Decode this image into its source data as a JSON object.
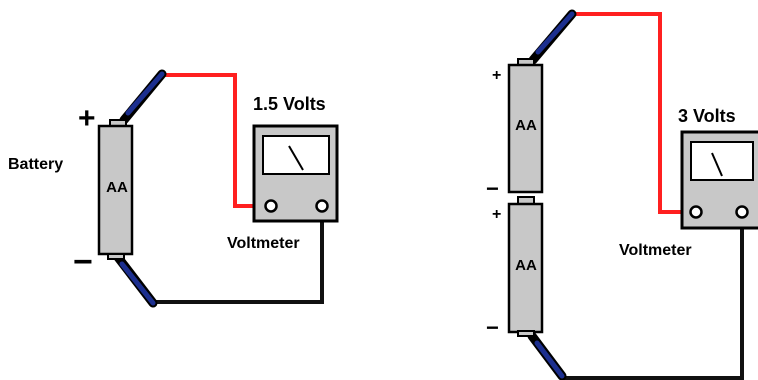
{
  "left_circuit": {
    "battery_label": "Battery",
    "battery_cell_label": "AA",
    "positive_sign": "+",
    "negative_sign": "−",
    "reading": "1.5 Volts",
    "meter_label": "Voltmeter"
  },
  "right_circuit": {
    "top_cell_label": "AA",
    "bottom_cell_label": "AA",
    "top_positive_sign": "+",
    "top_negative_sign": "−",
    "bottom_positive_sign": "+",
    "bottom_negative_sign": "−",
    "reading": "3 Volts",
    "meter_label": "Voltmeter"
  },
  "colors": {
    "positive_wire": "#ff2020",
    "negative_wire": "#111111",
    "lead": "#1c2f8f",
    "battery_fill": "#c8c8c8",
    "meter_fill": "#c8c8c8",
    "meter_face": "#ffffff"
  }
}
